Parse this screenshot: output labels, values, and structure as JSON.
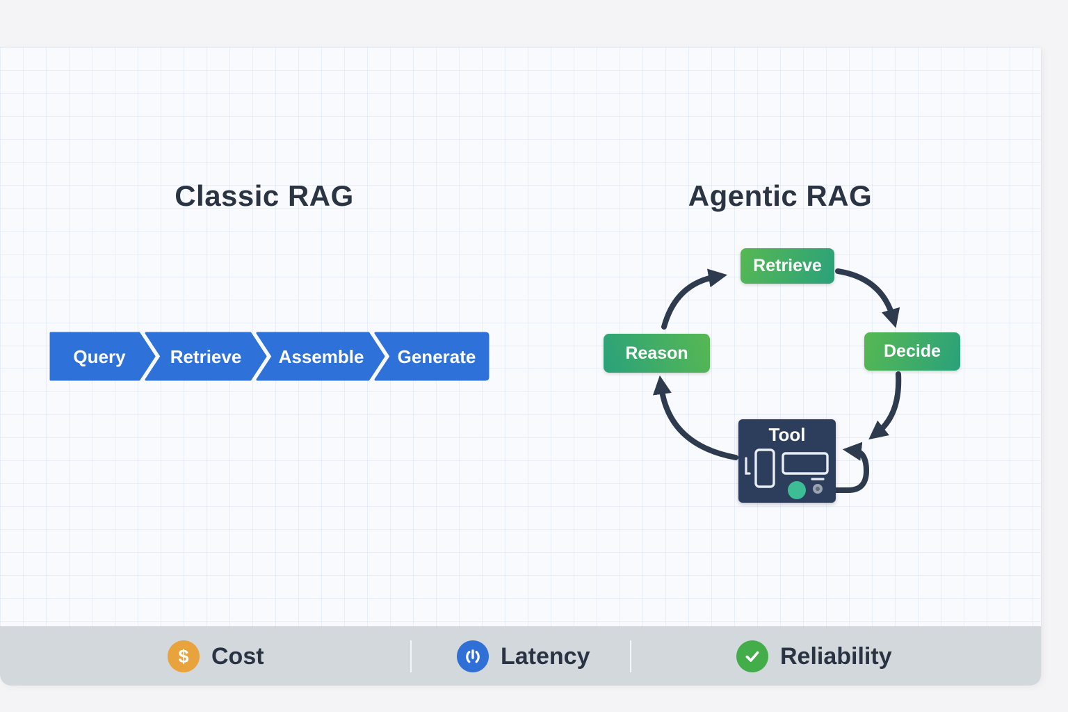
{
  "canvas": {
    "classic": {
      "title": "Classic RAG",
      "steps": [
        "Query",
        "Retrieve",
        "Assemble",
        "Generate"
      ]
    },
    "agentic": {
      "title": "Agentic RAG",
      "nodes": {
        "top": "Retrieve",
        "right": "Decide",
        "bottom": "Tool",
        "left": "Reason"
      },
      "flow": "Reason -> Retrieve -> Decide -> Tool (self-loop) -> Reason"
    }
  },
  "footer": {
    "items": [
      {
        "icon": "dollar-icon",
        "glyph": "$",
        "label": "Cost"
      },
      {
        "icon": "latency-gauge-icon",
        "label": "Latency"
      },
      {
        "icon": "check-icon",
        "label": "Reliability"
      }
    ]
  },
  "colors": {
    "chevron_blue": "#2e71d8",
    "node_green_start": "#57b852",
    "node_green_end": "#2aa17b",
    "tool_navy": "#2d3e5c",
    "arrow_dark": "#2e3b4e",
    "cost_orange": "#e8a33d",
    "latency_blue": "#2f6fd6",
    "reliability_green": "#43ad4a",
    "footer_gray": "#d3d8dd",
    "canvas_bg": "#f9fafd",
    "title_text": "#2b3442",
    "tool_accent_teal": "#3dbd96"
  }
}
